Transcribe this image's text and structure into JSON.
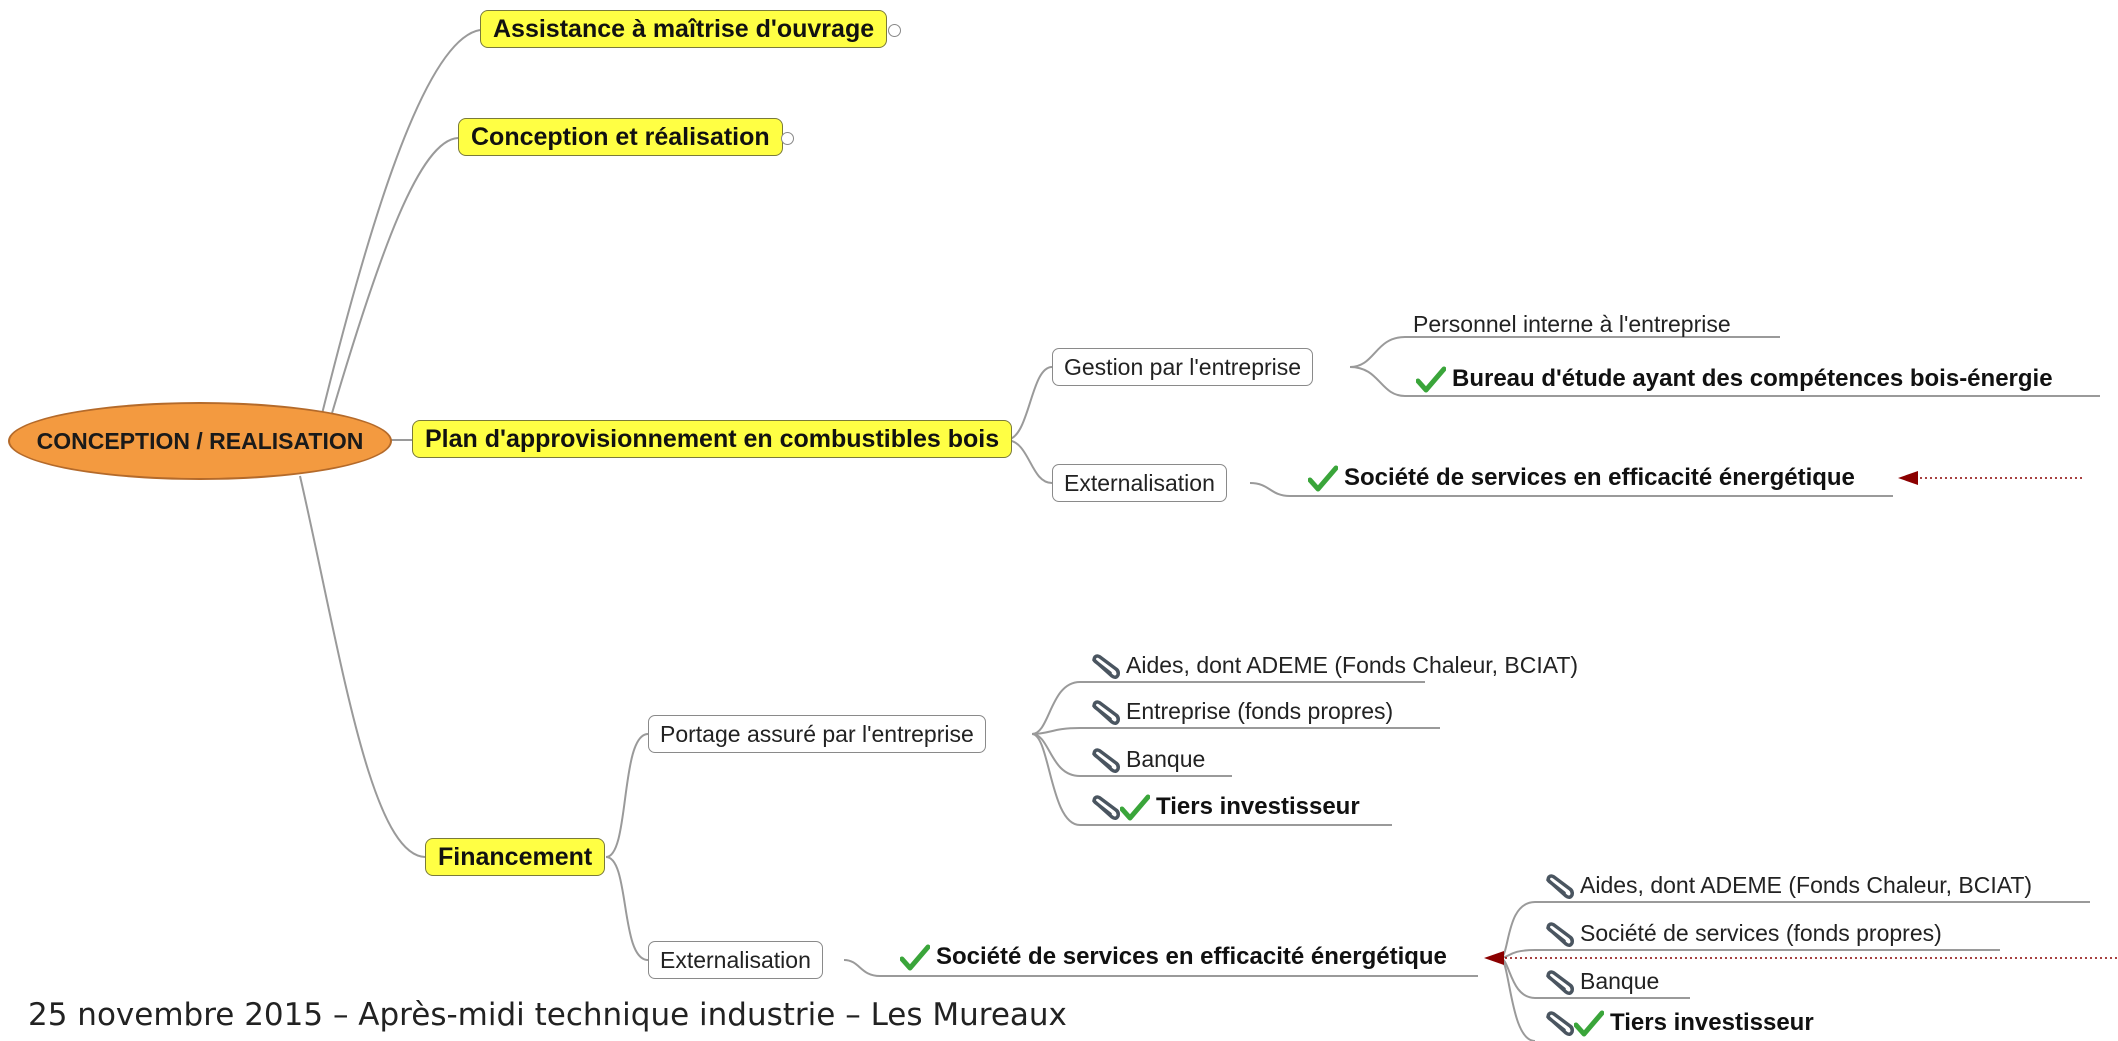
{
  "central": {
    "label": "CONCEPTION / REALISATION"
  },
  "branches": {
    "amo": {
      "label": "Assistance à maîtrise d'ouvrage"
    },
    "conception": {
      "label": "Conception et réalisation"
    },
    "plan": {
      "label": "Plan d'approvisionnement en combustibles bois",
      "gestion": {
        "label": "Gestion par l'entreprise",
        "children": [
          "Personnel interne à l'entreprise",
          "Bureau d'étude ayant des compétences bois-énergie"
        ]
      },
      "externalisation": {
        "label": "Externalisation",
        "child": "Société de services en efficacité énergétique"
      }
    },
    "financement": {
      "label": "Financement",
      "portage": {
        "label": "Portage assuré par l'entreprise",
        "children": [
          "Aides, dont ADEME (Fonds Chaleur, BCIAT)",
          "Entreprise (fonds propres)",
          "Banque",
          "Tiers investisseur"
        ]
      },
      "externalisation": {
        "label": "Externalisation",
        "child": "Société de services en efficacité énergétique",
        "children": [
          "Aides, dont ADEME (Fonds Chaleur, BCIAT)",
          "Société de services (fonds propres)",
          "Banque",
          "Tiers investisseur"
        ]
      }
    }
  },
  "footer": "25 novembre 2015 – Après-midi technique industrie – Les Mureaux",
  "colors": {
    "central": "#f39a40",
    "topic": "#ffff44",
    "check": "#3aa53a",
    "arrow": "#8b0000",
    "line": "#9a9a9a"
  },
  "icons": {
    "check": "check-icon",
    "paperclip": "paperclip-icon",
    "arrow": "arrow-left-icon"
  }
}
